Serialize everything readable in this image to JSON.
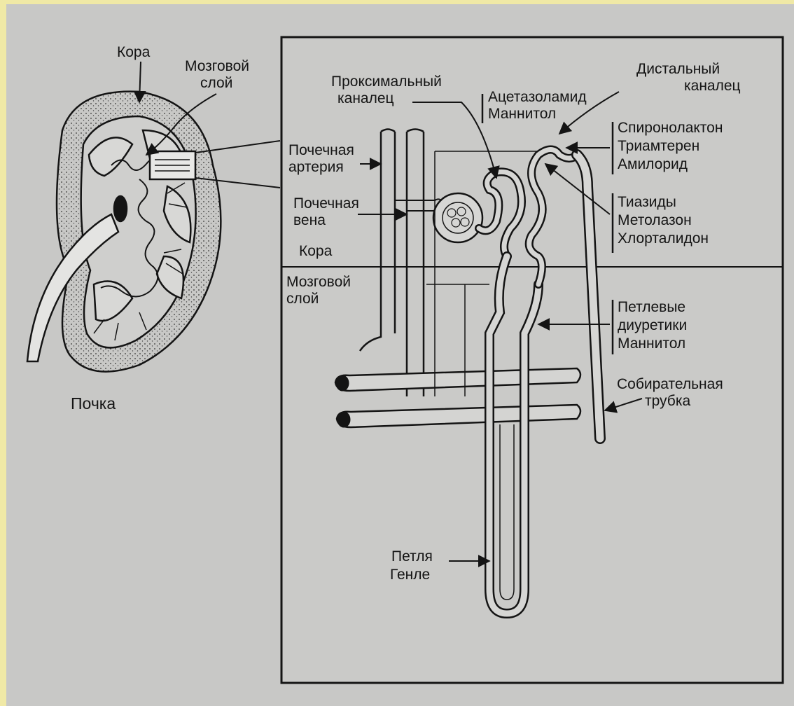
{
  "diagram": {
    "kidney": {
      "title": "Почка",
      "cortex_label": "Кора",
      "medulla_label": [
        "Мозговой",
        "слой"
      ]
    },
    "zones": {
      "cortex": "Кора",
      "medulla": [
        "Мозговой",
        "слой"
      ]
    },
    "vessels": {
      "renal_artery": [
        "Почечная",
        "артерия"
      ],
      "renal_vein": [
        "Почечная",
        "вена"
      ]
    },
    "nephron": {
      "proximal_tubule": [
        "Проксимальный",
        "каналец"
      ],
      "distal_tubule": [
        "Дистальный",
        "каналец"
      ],
      "loop_of_henle": [
        "Петля",
        "Генле"
      ],
      "collecting_duct": [
        "Собирательная",
        "трубка"
      ]
    },
    "drug_groups": {
      "proximal": [
        "Ацетазоламид",
        "Маннитол"
      ],
      "potassium_sparing": [
        "Спиронолактон",
        "Триамтерен",
        "Амилорид"
      ],
      "thiazides": [
        "Тиазиды",
        "Метолазон",
        "Хлорталидон"
      ],
      "loop": [
        "Петлевые",
        "диуретики",
        "Маннитол"
      ]
    }
  },
  "colors": {
    "page_border": "#f0e9a6",
    "paper": "#c8c8c6",
    "ink": "#141414"
  }
}
